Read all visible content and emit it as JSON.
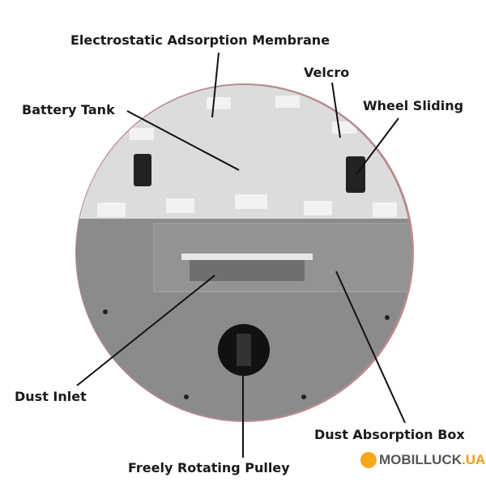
{
  "labels": {
    "membrane": "Electrostatic Adsorption Membrane",
    "velcro": "Velcro",
    "battery": "Battery Tank",
    "wheel": "Wheel Sliding",
    "inlet": "Dust Inlet",
    "box": "Dust Absorption Box",
    "pulley": "Freely Rotating Pulley"
  },
  "watermark": {
    "brand": "MOBILLUCK",
    "tld": ".UA"
  },
  "colors": {
    "body": "#8b8b8d",
    "felt": "#dcdcdc",
    "rim": "#b98a8e",
    "wheel": "#111111"
  }
}
